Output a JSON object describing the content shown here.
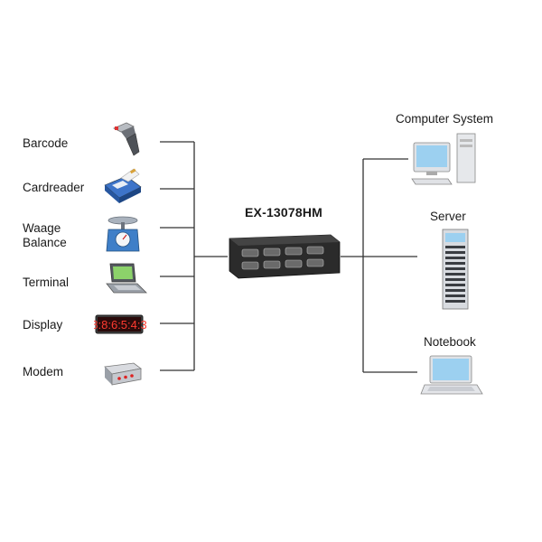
{
  "hub": {
    "model": "EX-13078HM"
  },
  "left_devices": [
    {
      "label": "Barcode",
      "icon": "barcode-scanner-icon"
    },
    {
      "label": "Cardreader",
      "icon": "card-reader-icon"
    },
    {
      "label": "Waage Balance",
      "icon": "scale-icon"
    },
    {
      "label": "Terminal",
      "icon": "terminal-icon"
    },
    {
      "label": "Display",
      "icon": "led-display-icon"
    },
    {
      "label": "Modem",
      "icon": "modem-icon"
    }
  ],
  "right_devices": [
    {
      "label": "Computer System",
      "icon": "desktop-computer-icon"
    },
    {
      "label": "Server",
      "icon": "server-rack-icon"
    },
    {
      "label": "Notebook",
      "icon": "notebook-icon"
    }
  ],
  "display_readout": "8:8:6:5:4:3",
  "colors": {
    "line": "#333333",
    "hub_body": "#2b2b2b",
    "screen": "#9cd0f0",
    "led_red": "#e0262a"
  }
}
